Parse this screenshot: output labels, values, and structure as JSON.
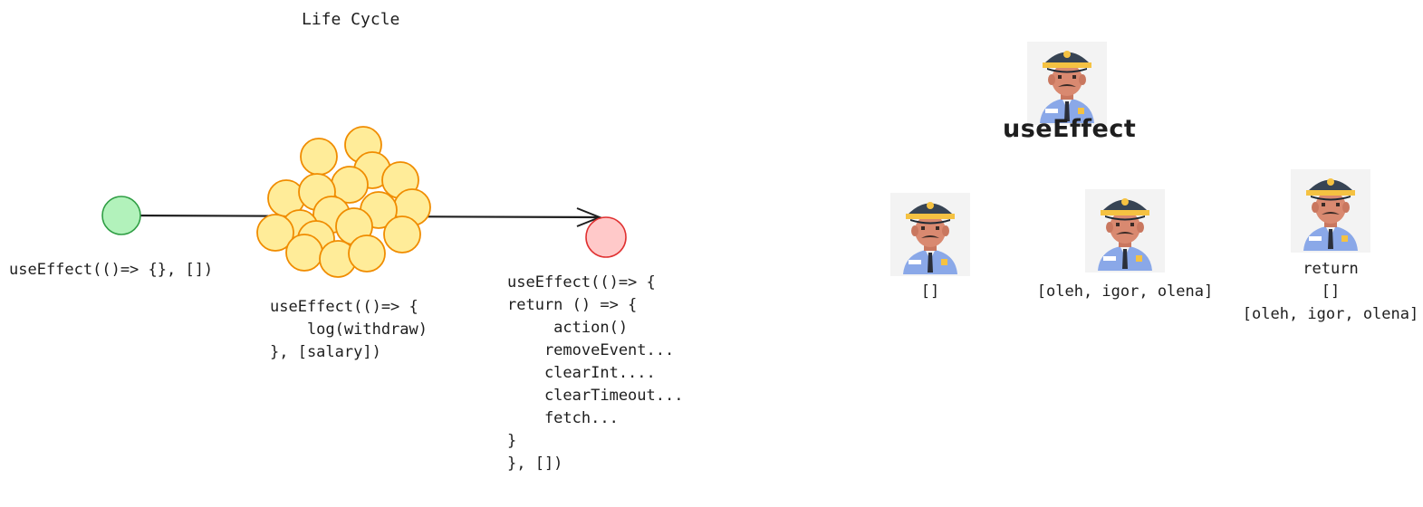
{
  "title": "Life Cycle",
  "timeline": {
    "start_label": "useEffect(()=> {}, [])",
    "middle_label": [
      "useEffect(()=> {",
      "    log(withdraw)",
      "}, [salary])"
    ],
    "end_label": [
      "useEffect(()=> {",
      "",
      "return () => {",
      "     action()",
      "    removeEvent...",
      "    clearInt....",
      "    clearTimeout...",
      "    fetch...",
      "}",
      "}, [])"
    ]
  },
  "colors": {
    "start_circle": "#b2f2bb",
    "start_stroke": "#2f9e44",
    "end_circle": "#ffc9c9",
    "end_stroke": "#e03131",
    "bubble_fill": "#ffec99",
    "bubble_stroke": "#f08c00"
  },
  "hierarchy": {
    "root_label": "useEffect",
    "root_icon": "police-officer-icon",
    "children": [
      {
        "icon": "police-officer-icon",
        "lines": [
          "[]"
        ]
      },
      {
        "icon": "police-officer-icon",
        "lines": [
          "[oleh, igor, olena]"
        ]
      },
      {
        "icon": "police-officer-icon",
        "lines": [
          "return",
          "[]",
          "[oleh, igor, olena]"
        ]
      }
    ]
  }
}
